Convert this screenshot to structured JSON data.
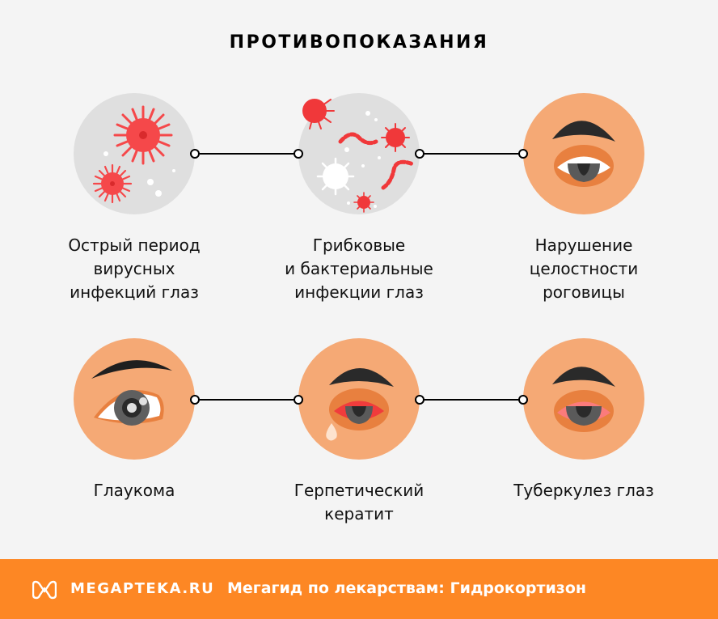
{
  "title": "ПРОТИВОПОКАЗАНИЯ",
  "items": [
    {
      "label_lines": [
        "Острый период",
        "вирусных",
        "инфекций глаз"
      ],
      "icon": "virus-icon"
    },
    {
      "label_lines": [
        "Грибковые",
        "и бактериальные",
        "инфекции глаз"
      ],
      "icon": "bacteria-icon"
    },
    {
      "label_lines": [
        "Нарушение",
        "целостности",
        "роговицы"
      ],
      "icon": "eye-cornea-icon"
    },
    {
      "label_lines": [
        "Глаукома"
      ],
      "icon": "eye-glaucoma-icon"
    },
    {
      "label_lines": [
        "Герпетический",
        "кератит"
      ],
      "icon": "eye-tear-icon"
    },
    {
      "label_lines": [
        "Туберкулез глаз"
      ],
      "icon": "eye-red-icon"
    }
  ],
  "footer": {
    "brand": "MEGAPTEKA.RU",
    "tagline": "Мегагид по лекарствам: Гидрокортизон",
    "logo_icon": "megapteka-logo-icon"
  },
  "colors": {
    "background": "#f4f4f4",
    "footer": "#fd8724",
    "skin": "#f5a975",
    "lid": "#e8803f",
    "virus": "#f0383a",
    "grey_circle": "#dfdfdf"
  }
}
